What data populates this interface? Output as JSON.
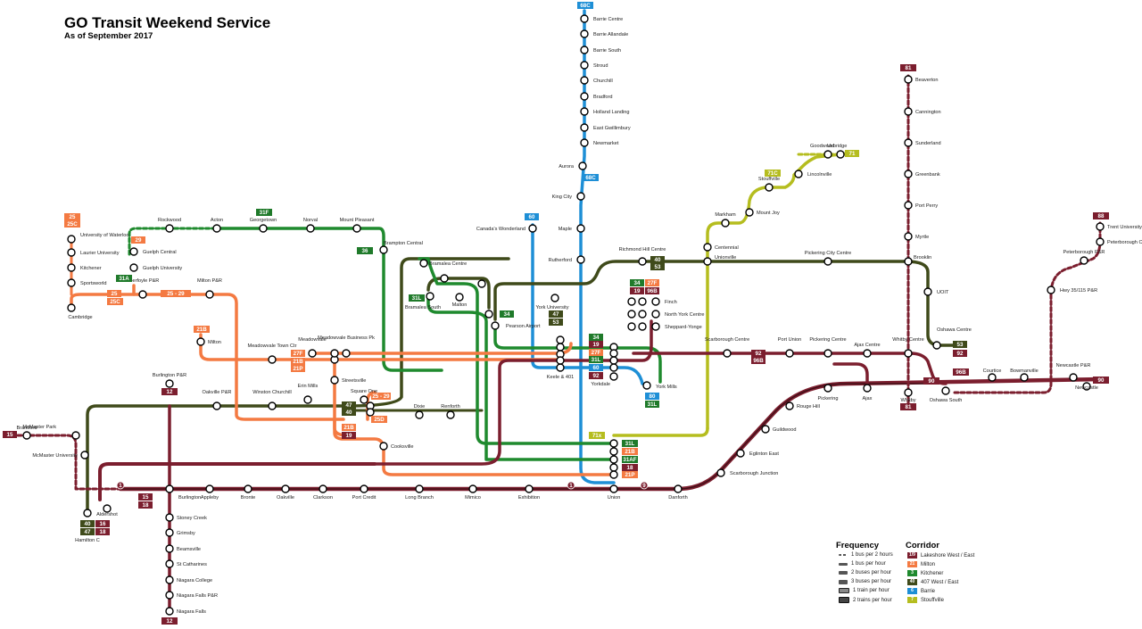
{
  "title": "GO Transit Weekend Service",
  "subtitle": "As of September 2017",
  "colors": {
    "lakeshore": "#7b1e2e",
    "milton": "#f47a42",
    "kitchener": "#1f8a2e",
    "west_east_407": "#3f4a1a",
    "barrie": "#1e8fd6",
    "stouffville": "#b5bd1f",
    "badge_maroon": "#7b1e2e",
    "badge_green": "#1f7a2a",
    "badge_dark": "#3f4a1a"
  },
  "stations": {
    "barrie_centre": "Barrie Centre",
    "barrie_allandale": "Barrie Allandale",
    "barrie_south": "Barrie South",
    "stroud": "Stroud",
    "churchill": "Churchill",
    "bradford": "Bradford",
    "holland_landing": "Holland Landing",
    "east_gwillimbury": "East Gwillimbury",
    "newmarket": "Newmarket",
    "aurora": "Aurora",
    "king_city": "King City",
    "maple": "Maple",
    "rutherford": "Rutherford",
    "canadas_wonderland": "Canada's Wonderland",
    "york_university": "York University",
    "keele_401": "Keele & 401",
    "yorkdale": "Yorkdale",
    "york_mills": "York Mills",
    "finch": "Finch",
    "north_york_centre": "North York Centre",
    "sheppard_yonge": "Sheppard-Yonge",
    "richmond_hill_centre": "Richmond Hill Centre",
    "beaverton": "Beaverton",
    "cannington": "Cannington",
    "sunderland": "Sunderland",
    "greenbank": "Greenbank",
    "port_perry": "Port Perry",
    "myrtle": "Myrtle",
    "brooklin": "Brooklin",
    "uoit": "UOIT",
    "oshawa_centre": "Oshawa Centre",
    "goodwood": "Goodwood",
    "uxbridge": "Uxbridge",
    "lincolnville": "Lincolnville",
    "stouffville": "Stouffville",
    "mount_joy": "Mount Joy",
    "markham": "Markham",
    "centennial": "Centennial",
    "unionville": "Unionville",
    "pickering_city_centre": "Pickering City Centre",
    "trent_university": "Trent University",
    "peterborough_centre": "Peterborough Centre",
    "peterborough_pr": "Peterborough P&R",
    "hwy35_pr": "Hwy 35/115 P&R",
    "scarborough_centre": "Scarborough Centre",
    "port_union": "Port Union",
    "pickering_centre": "Pickering Centre",
    "ajax_centre": "Ajax Centre",
    "whitby_centre": "Whitby Centre",
    "courtice": "Courtice",
    "bowmanville": "Bowmanville",
    "newcastle_pr": "Newcastle P&R",
    "newcastle": "Newcastle",
    "oshawa_south": "Oshawa South",
    "whitby": "Whitby",
    "ajax": "Ajax",
    "pickering": "Pickering",
    "rouge_hill": "Rouge Hill",
    "guildwood": "Guildwood",
    "eglinton_east": "Eglinton East",
    "scarborough_junction": "Scarborough Junction",
    "danforth": "Danforth",
    "union": "Union",
    "exhibition": "Exhibition",
    "mimico": "Mimico",
    "long_branch": "Long Branch",
    "port_credit": "Port Credit",
    "clarkson": "Clarkson",
    "oakville": "Oakville",
    "bronte": "Bronte",
    "appleby": "Appleby",
    "burlington": "Burlington",
    "aldershot": "Aldershot",
    "hamilton_c": "Hamilton C",
    "mcmaster_university": "McMaster University",
    "mcmaster_park": "McMaster Park",
    "brantford": "Brantford",
    "stoney_creek": "Stoney Creek",
    "grimsby": "Grimsby",
    "beamsville": "Beamsville",
    "st_catharines": "St Catharines",
    "niagara_college": "Niagara College",
    "niagara_falls_pr": "Niagara Falls P&R",
    "niagara_falls": "Niagara Falls",
    "burlington_pr": "Burlington P&R",
    "oakville_pr": "Oakville P&R",
    "winston_churchill": "Winston Churchill",
    "erin_mills": "Erin Mills",
    "streetsville": "Streetsville",
    "square_one": "Square One",
    "cooksville": "Cooksville",
    "dixie": "Dixie",
    "renforth": "Renforth",
    "meadowvale_town_ctr": "Meadowvale Town Ctr",
    "meadowvale": "Meadowvale",
    "meadowvale_business_pk": "Meadowvale Business Pk",
    "milton": "Milton",
    "milton_pr": "Milton P&R",
    "aberfoyle_pr": "Aberfoyle P&R",
    "cambridge": "Cambridge",
    "sportsworld": "Sportsworld",
    "kitchener": "Kitchener",
    "laurier_university": "Laurier University",
    "university_of_waterloo": "University of Waterloo",
    "guelph_central": "Guelph Central",
    "guelph_university": "Guelph University",
    "rockwood": "Rockwood",
    "acton": "Acton",
    "georgetown": "Georgetown",
    "norval": "Norval",
    "mount_pleasant": "Mount Pleasant",
    "brampton_central": "Brampton Central",
    "bramalea_centre": "Bramalea Centre",
    "bramalea_south": "Bramalea South",
    "malton": "Malton",
    "pearson_airport": "Pearson Airport"
  },
  "routes": {
    "r68c_top": "68C",
    "r68c_aurora": "68C",
    "r60": "60",
    "r81_top": "81",
    "r81_bottom": "81",
    "r71": "71",
    "r71c": "71C",
    "r88": "88",
    "r90": "90",
    "r90_right": "90",
    "r96b_right": "96B",
    "r53": "53",
    "r92": "92",
    "r92b": "92",
    "r96b": "96B",
    "r40_rh": "40",
    "r53_rh": "53",
    "r34_f": "34",
    "r27f_f": "27F",
    "r19_f": "19",
    "r96b_f": "96B",
    "r47_y": "47",
    "r53_y": "53",
    "r34_p": "34",
    "r31f": "31F",
    "r36": "36",
    "r31l": "31L",
    "r31a": "31A",
    "r25": "25",
    "r25c": "25C",
    "r29": "29",
    "r21b": "21B",
    "r12_top": "12",
    "r12_bot": "12",
    "r15": "15",
    "r18": "18",
    "r40_h": "40",
    "r16": "16",
    "r47_h": "47",
    "r18_h": "18",
    "r80": "80",
    "r31l_b": "31L",
    "r25_29_sq": "25 - 29",
    "r25d_sq": "25D",
    "r25_29": "25 - 29",
    "u_71x": "71x",
    "u_31l": "31L",
    "u_21b": "21B",
    "u_31af": "31AF",
    "u_18": "18",
    "u_21p": "21P",
    "m_27f": "27F",
    "m_21b": "21B",
    "m_21p": "21P",
    "sq_47": "47",
    "sq_40": "40",
    "sq_19": "19",
    "sq_21b": "21B",
    "y_34": "34",
    "y_19": "19",
    "y_27f": "27F",
    "y_31l": "31L",
    "y_60": "60",
    "y_92": "92",
    "line_1": "1",
    "line_9": "1",
    "line_9b": "9",
    "line_1w": "1",
    "r40": "40"
  },
  "legend": {
    "frequency_title": "Frequency",
    "frequency": [
      "1 bus per 2 hours",
      "1 bus per hour",
      "2 buses per hour",
      "3 buses per hour",
      "1 train per hour",
      "2 trains per hour"
    ],
    "corridor_title": "Corridor",
    "corridors": [
      {
        "code": "1/9",
        "name": "Lakeshore West / East",
        "color": "#7b1e2e"
      },
      {
        "code": "21",
        "name": "Milton",
        "color": "#f47a42"
      },
      {
        "code": "3",
        "name": "Kitchener",
        "color": "#1f8a2e"
      },
      {
        "code": "40",
        "name": "407 West / East",
        "color": "#3f4a1a"
      },
      {
        "code": "6",
        "name": "Barrie",
        "color": "#1e8fd6"
      },
      {
        "code": "7",
        "name": "Stouffville",
        "color": "#b5bd1f"
      }
    ]
  }
}
